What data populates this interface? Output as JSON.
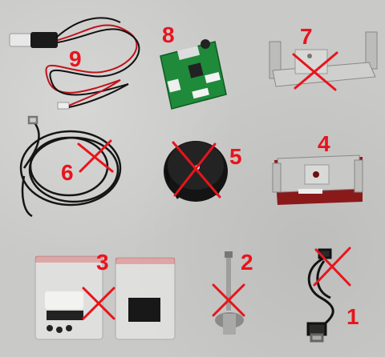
{
  "item_numbers": {
    "n1": "1",
    "n2": "2",
    "n3": "3",
    "n4": "4",
    "n5": "5",
    "n6": "6",
    "n7": "7",
    "n8": "8",
    "n9": "9"
  },
  "colors": {
    "background": "#c9c9c7",
    "mark_red": "#e8141c",
    "pcb_green": "#1f8a3a",
    "metal": "#c8c8c6",
    "cable": "#151515"
  },
  "crossed_out_items": [
    "1",
    "2",
    "3",
    "6",
    "7"
  ]
}
